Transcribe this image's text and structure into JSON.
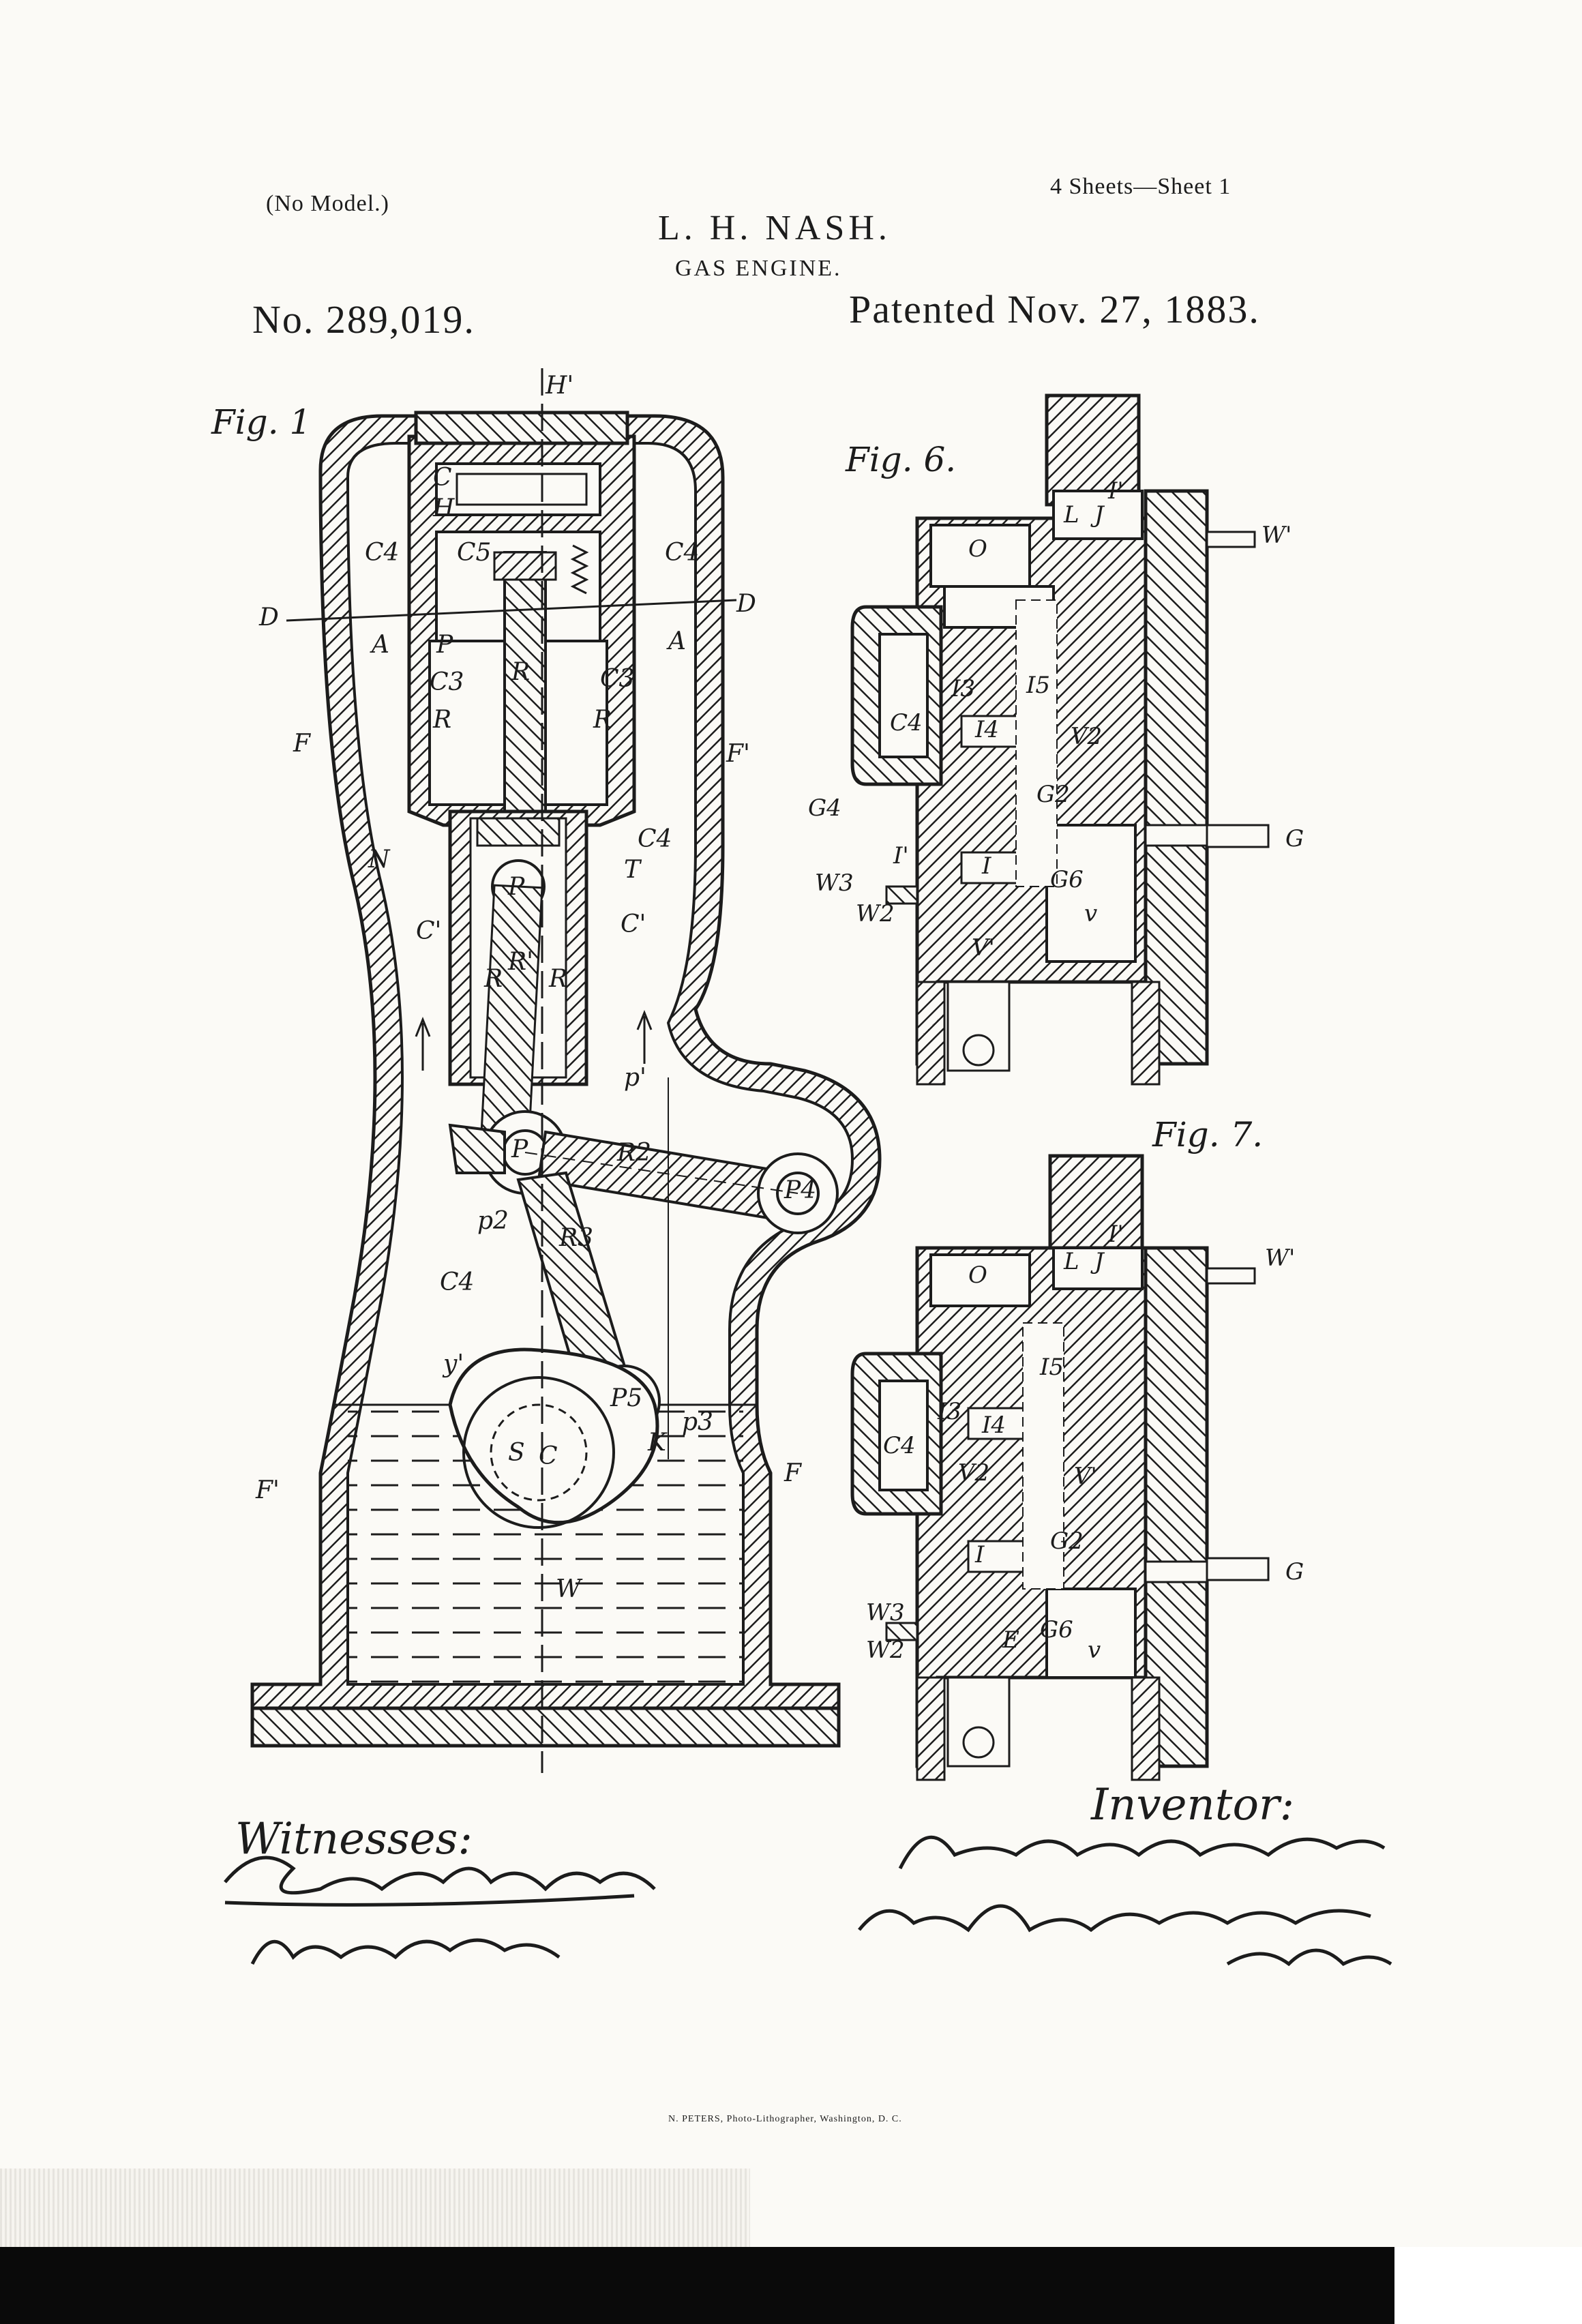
{
  "header": {
    "no_model": "(No Model.)",
    "sheets": "4 Sheets—Sheet 1",
    "inventor_name": "L. H. NASH.",
    "invention_title": "GAS ENGINE.",
    "patent_number": "No. 289,019.",
    "patented_date": "Patented Nov. 27, 1883."
  },
  "figures": {
    "fig1_label": "Fig. 1",
    "fig6_label": "Fig. 6.",
    "fig7_label": "Fig. 7."
  },
  "fig1_letters": {
    "H1": "H'",
    "C": "C",
    "H": "H",
    "C5": "C5",
    "C4a": "C4",
    "C4b": "C4",
    "D_left": "D",
    "D_right": "D",
    "A_left": "A",
    "A_right": "A",
    "P": "P",
    "C3a": "C3",
    "C3b": "C3",
    "R_c": "R",
    "R_a": "R",
    "R_b": "R",
    "F_left": "F",
    "F_right": "F'",
    "N": "N",
    "C4c": "C4",
    "T": "T",
    "P1": "P",
    "C1a": "C'",
    "C1b": "C'",
    "R1": "R'",
    "Ra": "R",
    "Rb": "R",
    "p1": "p'",
    "P2": "P",
    "R2": "R2",
    "P4": "P4",
    "p2": "p2",
    "R3": "R3",
    "C4d": "C4",
    "y1": "y'",
    "P5": "P5",
    "p3": "p3",
    "K": "K",
    "S": "S",
    "c": "C",
    "F_low_left": "F'",
    "F_low_right": "F",
    "W": "W"
  },
  "fig6_letters": {
    "O": "O",
    "L": "L",
    "J": "J",
    "I1": "I'",
    "W1": "W'",
    "I3": "I3",
    "I5": "I5",
    "C4": "C4",
    "I4": "I4",
    "V2": "V2",
    "G2": "G2",
    "G4": "G4",
    "G": "G",
    "I1b": "I'",
    "W3": "W3",
    "W2": "W2",
    "I": "I",
    "G6": "G6",
    "v": "v",
    "V1": "V'"
  },
  "fig7_letters": {
    "O": "O",
    "L": "L",
    "J": "J",
    "I1": "I'",
    "W1": "W'",
    "I5": "I5",
    "I3": "I3",
    "I4": "I4",
    "C4": "C4",
    "V2": "V2",
    "V1": "V'",
    "I": "I",
    "G2": "G2",
    "G": "G",
    "W3": "W3",
    "W2": "W2",
    "G6": "G6",
    "v": "v",
    "E": "E"
  },
  "witnesses": {
    "label": "Witnesses:"
  },
  "inventor": {
    "label": "Inventor:"
  },
  "footer": {
    "lithographer": "N. PETERS, Photo-Lithographer, Washington, D. C."
  }
}
